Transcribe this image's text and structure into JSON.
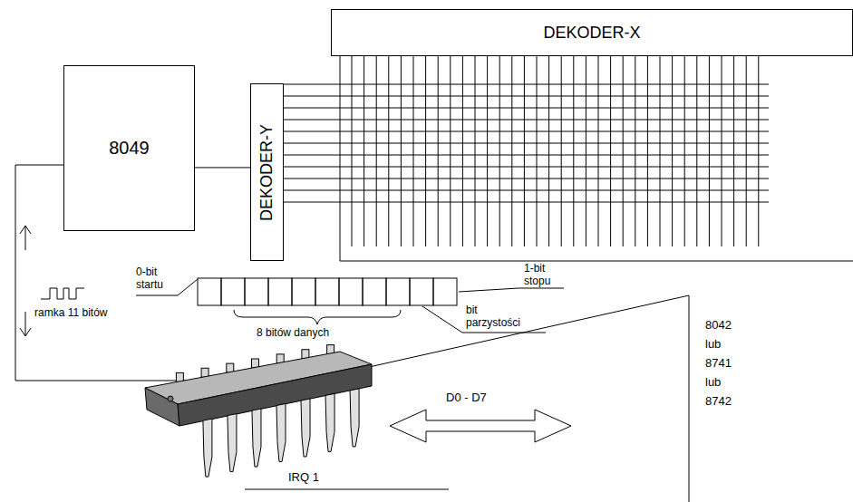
{
  "diagram": {
    "nodes": [
      {
        "text": [
          "DEKODER-X"
        ]
      },
      {
        "text": [
          "8049"
        ]
      },
      {
        "text": [
          "DEKODER-Y"
        ]
      }
    ],
    "edges": [
      {
        "from": 1,
        "to": 2,
        "arrow": "none"
      }
    ],
    "labels": [
      "0-bit startu",
      "ramka 11 bitów",
      "8 bitów danych",
      "bit parzystości",
      "1-bit stopu",
      "8042 lub 8741 lub 8742",
      "D0 - D7",
      "IRQ 1"
    ]
  }
}
